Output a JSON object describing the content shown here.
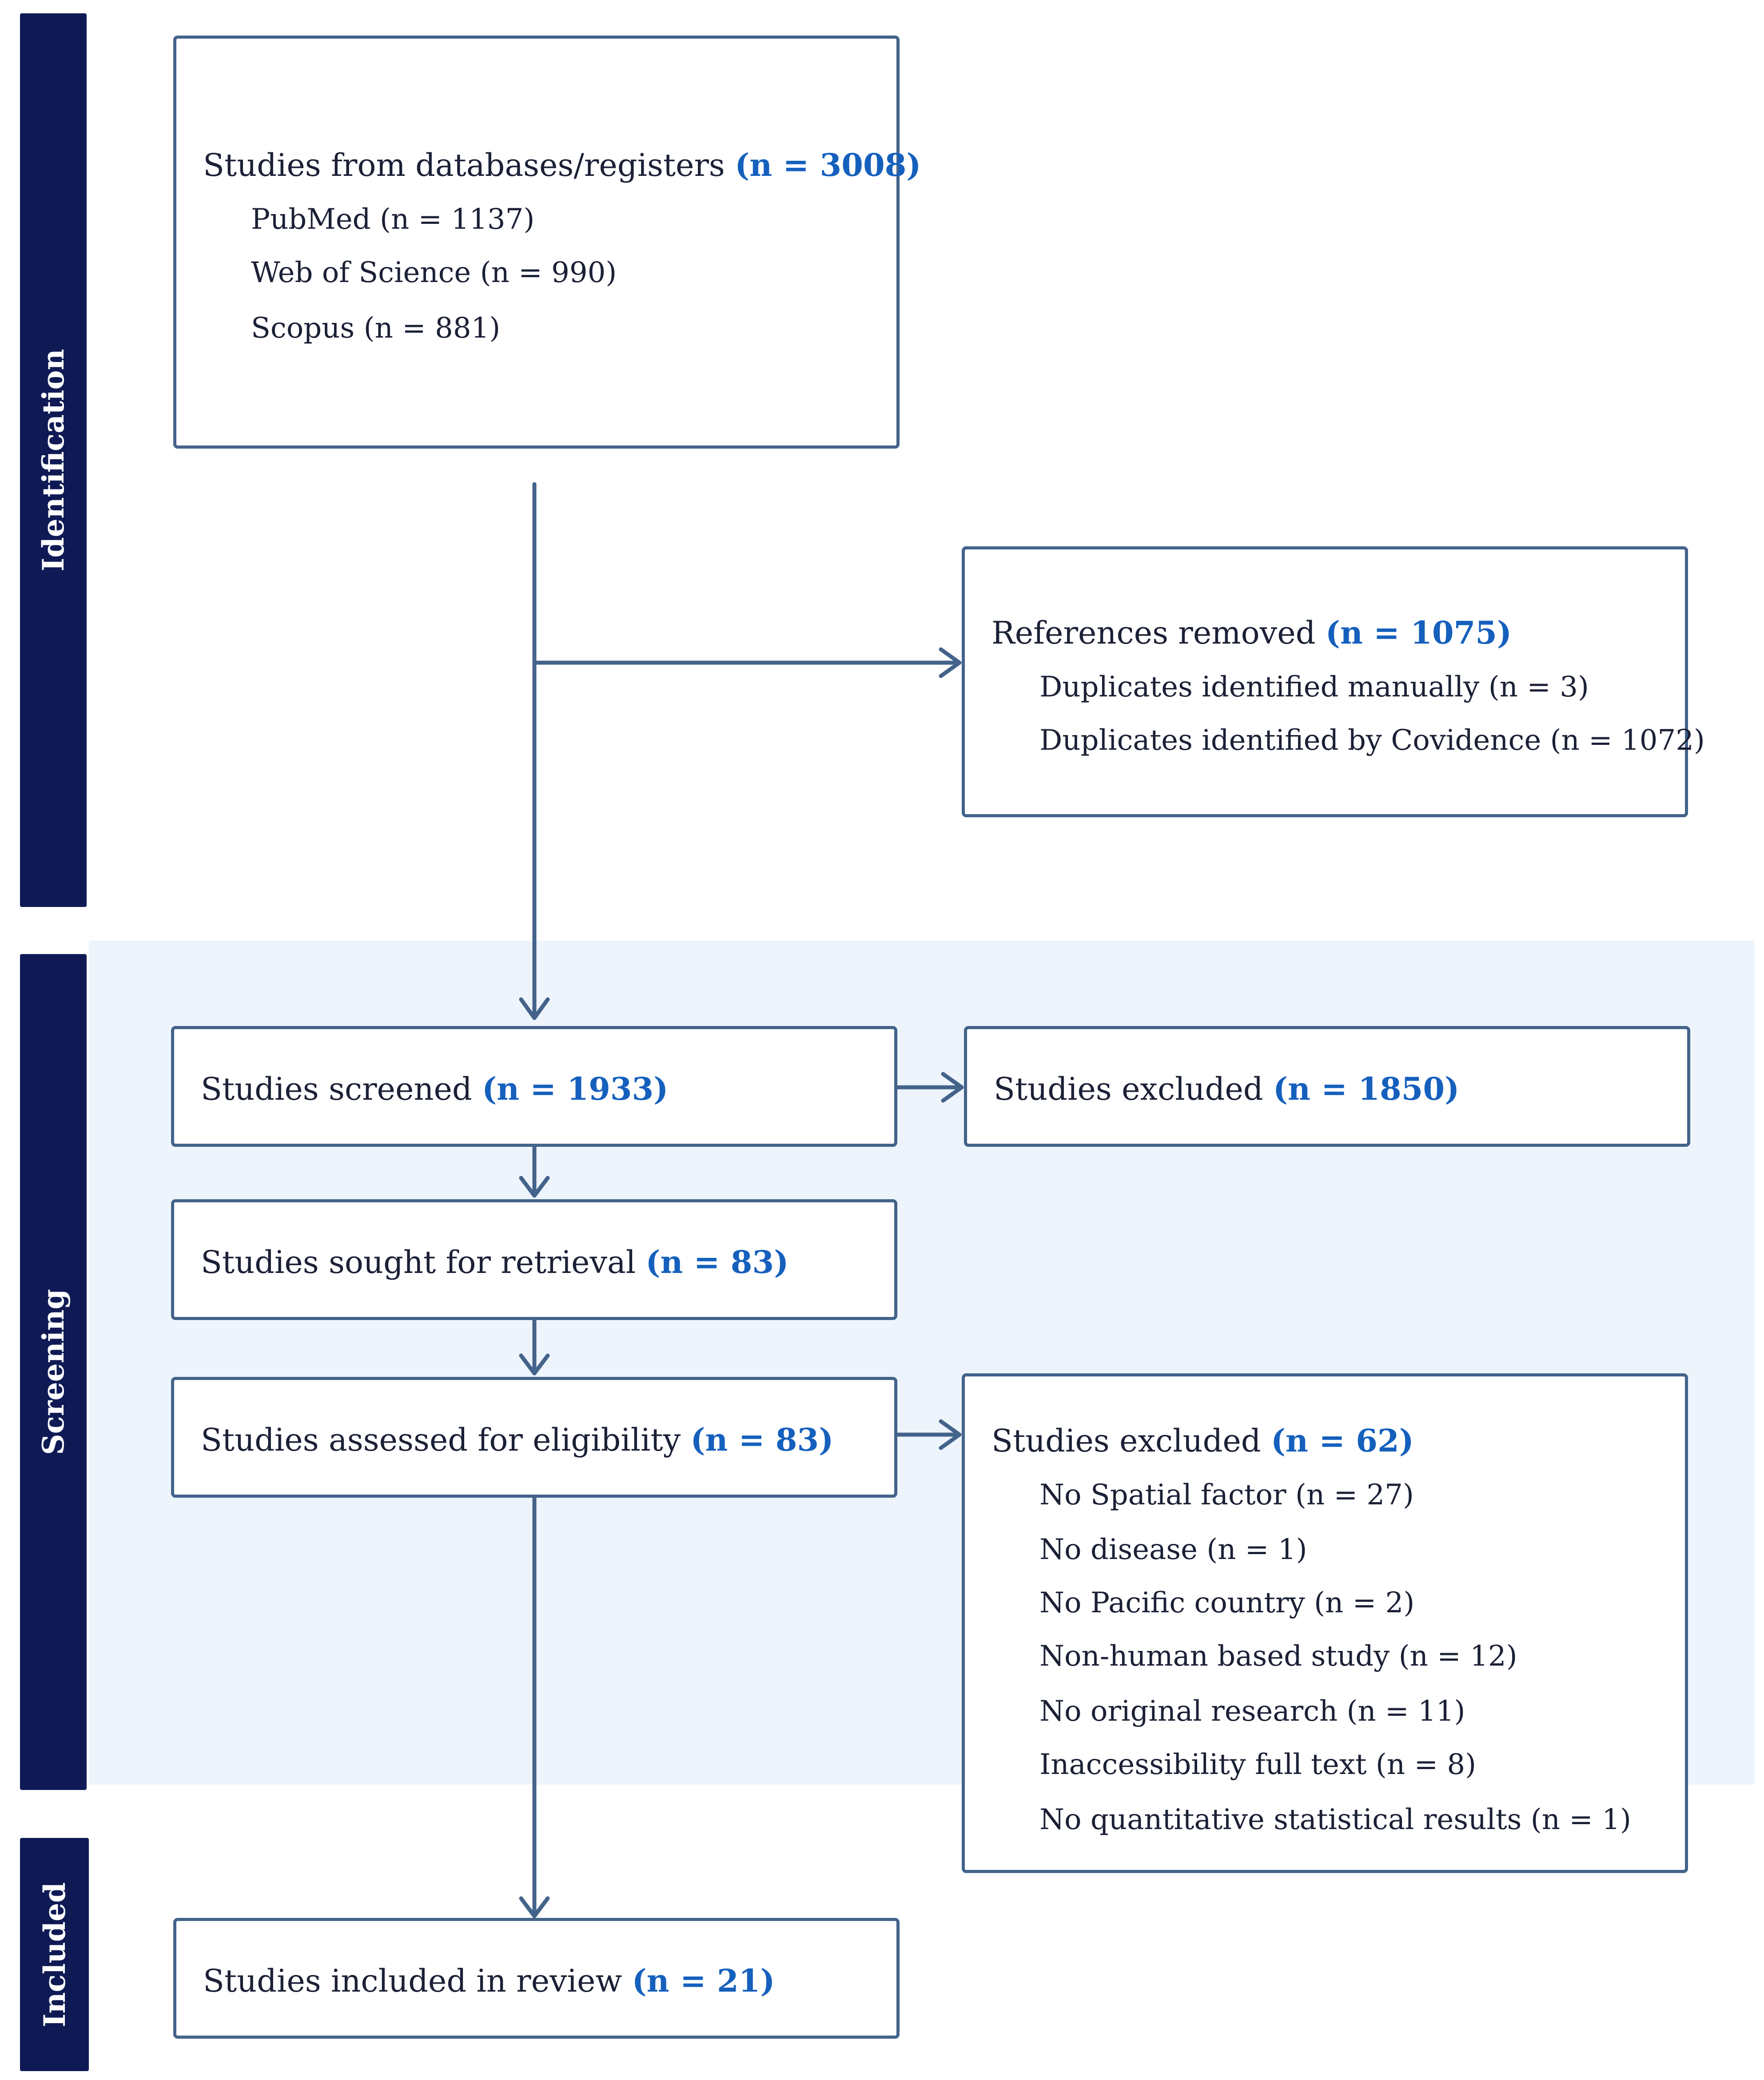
{
  "phases": {
    "identification": "Identification",
    "screening": "Screening",
    "included": "Included"
  },
  "identification_box": {
    "title": "Studies from databases/registers",
    "count": "(n = 3008)",
    "sources": [
      "PubMed (n = 1137)",
      "Web of Science (n = 990)",
      "Scopus (n = 881)"
    ]
  },
  "removed_box": {
    "title": "References removed",
    "count": "(n = 1075)",
    "items": [
      "Duplicates identified manually (n = 3)",
      "Duplicates identified by Covidence (n = 1072)"
    ]
  },
  "screened_box": {
    "title": "Studies screened",
    "count": "(n = 1933)"
  },
  "excluded_screen_box": {
    "title": "Studies excluded",
    "count": "(n = 1850)"
  },
  "retrieval_box": {
    "title": "Studies sought for retrieval",
    "count": "(n = 83)"
  },
  "eligibility_box": {
    "title": "Studies assessed for eligibility",
    "count": "(n = 83)"
  },
  "excluded_eligibility_box": {
    "title": "Studies excluded",
    "count": "(n = 62)",
    "reasons": [
      "No Spatial factor (n = 27)",
      "No disease (n = 1)",
      "No Pacific country (n = 2)",
      "Non-human based study (n = 12)",
      "No original research (n = 11)",
      "Inaccessibility full text (n = 8)",
      "No quantitative statistical results (n = 1)"
    ]
  },
  "included_box": {
    "title": "Studies included in review",
    "count": "(n = 21)"
  },
  "colors": {
    "phase_bar": "#0f1a55",
    "box_border": "#43638a",
    "count_text": "#1560bd",
    "screening_band": "#edf4fc"
  }
}
